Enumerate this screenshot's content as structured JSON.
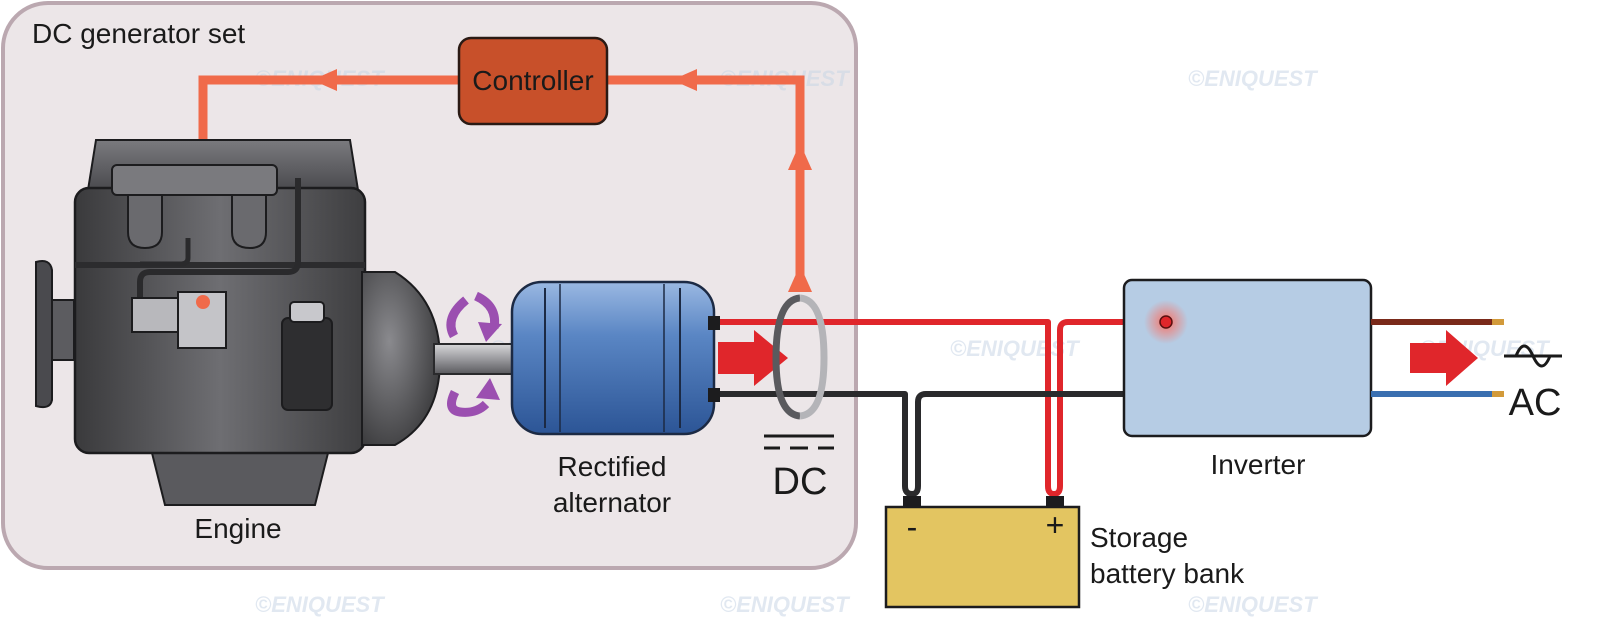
{
  "diagram": {
    "group_label": "DC generator set",
    "controller_label": "Controller",
    "engine_label": "Engine",
    "alternator_label_line1": "Rectified",
    "alternator_label_line2": "alternator",
    "dc_label": "DC",
    "inverter_label": "Inverter",
    "battery_label_line1": "Storage",
    "battery_label_line2": "battery bank",
    "battery_minus": "-",
    "battery_plus": "+",
    "ac_label": "AC",
    "watermark": "©ENIQUEST"
  },
  "colors": {
    "feedback_line": "#f06a4a",
    "positive_wire": "#e0262b",
    "negative_wire": "#2a2a2a",
    "controller_fill": "#c8502a",
    "alternator_blue": "#5a86c4",
    "inverter_fill": "#b6cce4",
    "battery_fill": "#e3c561",
    "rotation_arrow": "#9b4fb0",
    "ac_brown": "#7a2a1a",
    "ac_blue": "#3a6fb0",
    "group_fill": "#ece6e8",
    "group_border": "#bba8b0"
  }
}
